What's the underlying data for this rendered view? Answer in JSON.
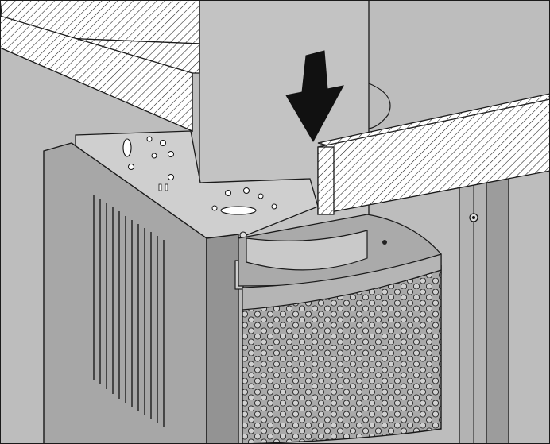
{
  "figure": {
    "description_label": "",
    "colors": {
      "background": "#b9b9b9",
      "panel": "#a9a9a9",
      "panel_dark": "#8f8f8f",
      "metal_light": "#d6d6d6",
      "metal_mid": "#c4c4c4",
      "hatch": "#1a1a1a",
      "arrow": "#111111",
      "line": "#1a1a1a",
      "white": "#ffffff"
    },
    "parts": [
      "ceiling-beam-left",
      "ceiling-beam-right",
      "exhaust-duct",
      "down-arrow",
      "hood-panel",
      "mounting-bracket",
      "mesh-filter",
      "side-rail"
    ],
    "arrow_direction": "down"
  }
}
